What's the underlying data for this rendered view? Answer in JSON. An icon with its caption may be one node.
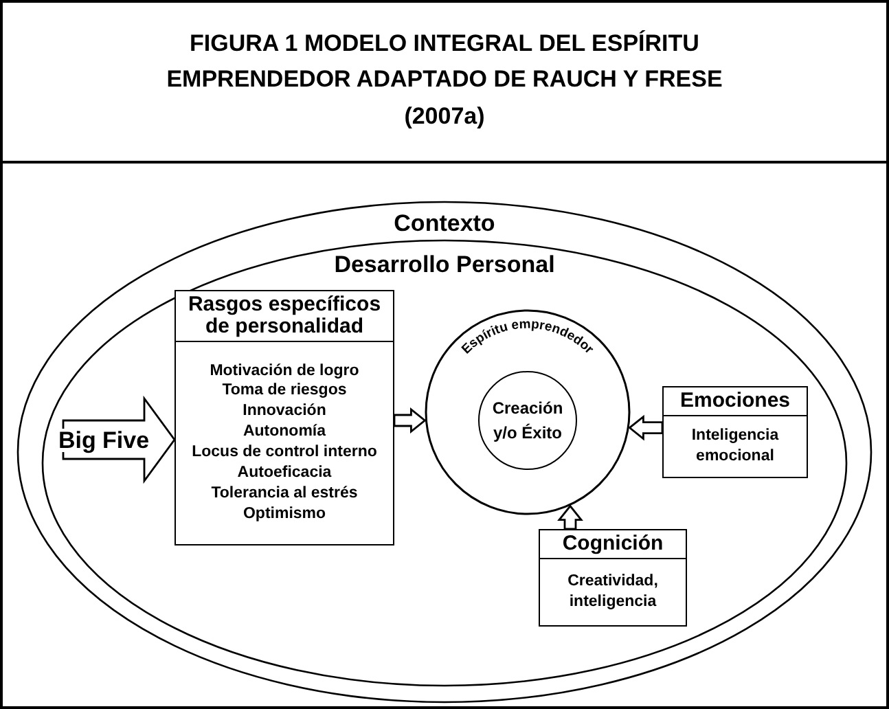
{
  "diagram": {
    "title": "FIGURA 1 MODELO INTEGRAL DEL ESPÍRITU EMPRENDEDOR ADAPTADO DE RAUCH Y FRESE (2007a)",
    "nodes": [
      {
        "text": [
          "Contexto"
        ]
      },
      {
        "text": [
          "Desarrollo Personal"
        ],
        "in": 0
      },
      {
        "text": [
          "Rasgos específicos de personalidad",
          "Motivación de logro",
          "Toma de riesgos",
          "Innovación",
          "Autonomía",
          "Locus de control interno",
          "Autoeficacia",
          "Tolerancia al estrés",
          "Optimismo"
        ],
        "in": 1
      },
      {
        "text": [
          "Espíritu emprendedor"
        ],
        "in": 1
      },
      {
        "text": [
          "Creación y/o Éxito"
        ],
        "in": 3
      },
      {
        "text": [
          "Emociones",
          "Inteligencia emocional"
        ],
        "in": 1
      },
      {
        "text": [
          "Cognición",
          "Creatividad, inteligencia"
        ],
        "in": 1
      }
    ],
    "edges": [
      {
        "from": null,
        "to": 2,
        "arrow": "to",
        "label": "Big Five",
        "style": "thick"
      },
      {
        "from": 2,
        "to": 3,
        "arrow": "to"
      },
      {
        "from": 5,
        "to": 3,
        "arrow": "to"
      },
      {
        "from": 6,
        "to": 3,
        "arrow": "to"
      }
    ]
  }
}
